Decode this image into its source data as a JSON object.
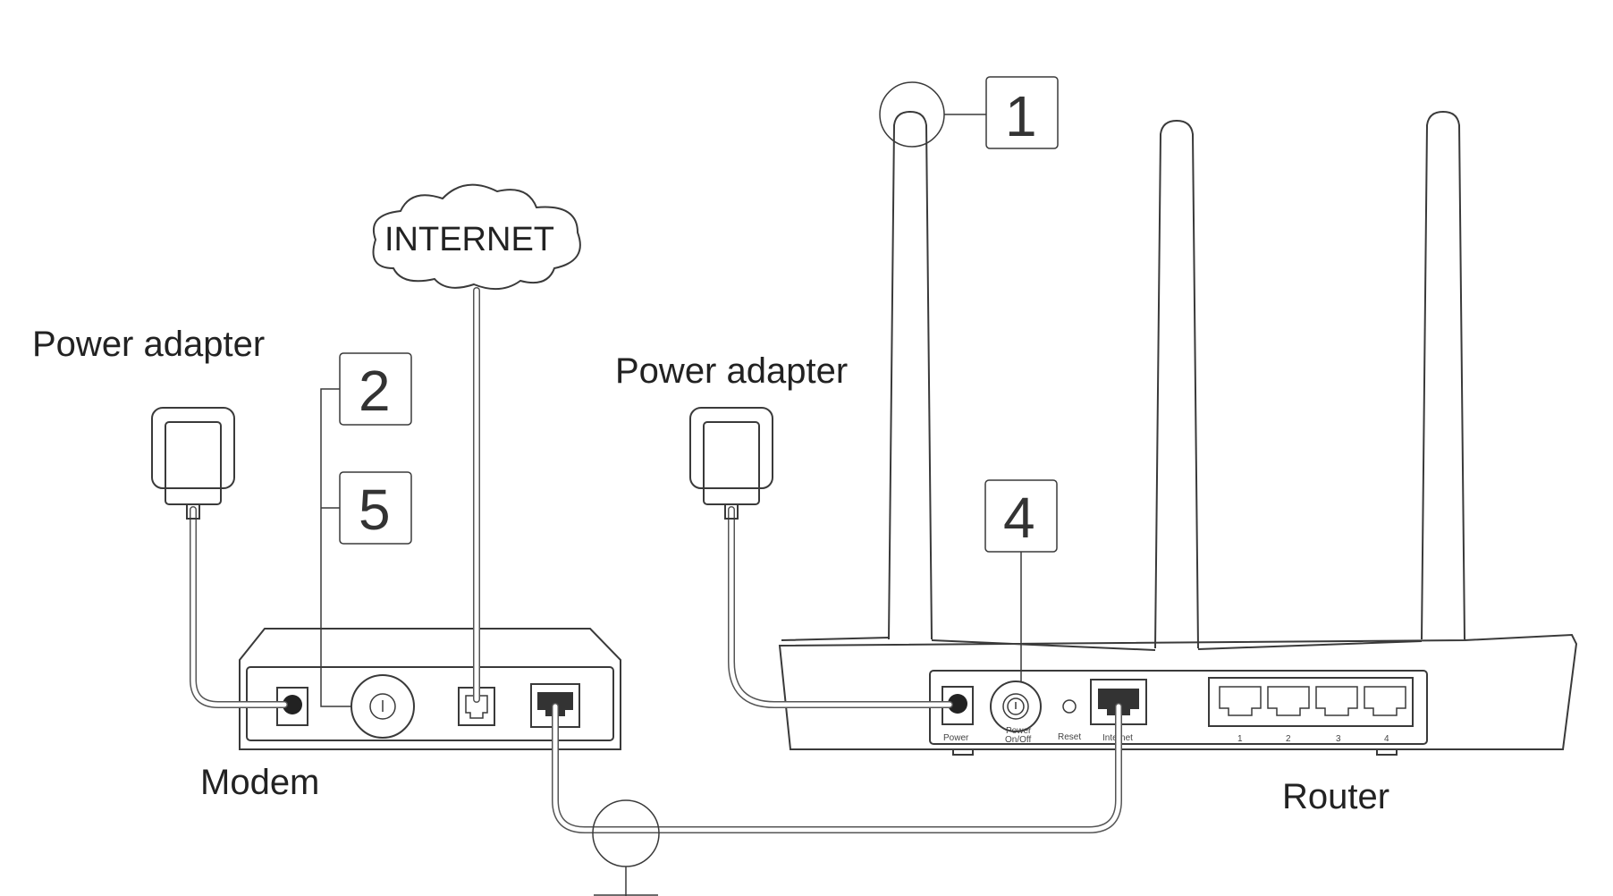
{
  "labels": {
    "internet": "INTERNET",
    "modem_power_adapter": "Power adapter",
    "router_power_adapter": "Power adapter",
    "modem": "Modem",
    "router": "Router"
  },
  "steps": {
    "step1": "1",
    "step2": "2",
    "step4": "4",
    "step5": "5"
  },
  "router_ports": {
    "power": "Power",
    "power_onoff_line1": "Power",
    "power_onoff_line2": "On/Off",
    "reset": "Reset",
    "internet": "Internet",
    "lan1": "1",
    "lan2": "2",
    "lan3": "3",
    "lan4": "4"
  }
}
